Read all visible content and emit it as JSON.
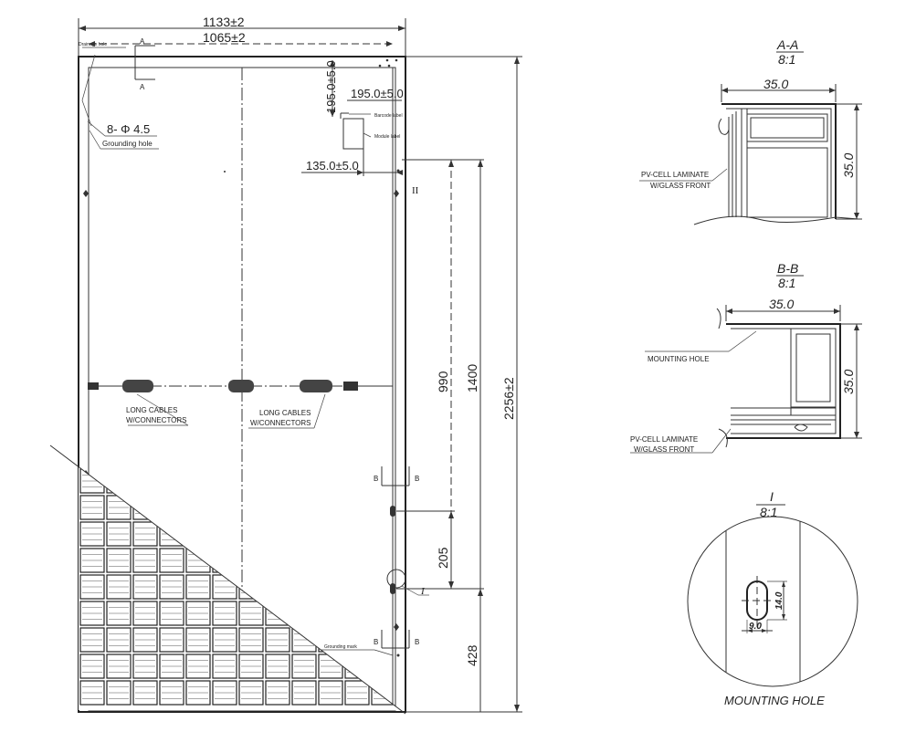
{
  "main_view": {
    "overall_width": "1133±2",
    "frame_width": "1065±2",
    "overall_height": "2256±2",
    "dim_1400": "1400",
    "dim_990": "990",
    "dim_205": "205",
    "dim_428": "428",
    "dim_195_vertical": "195.0±5.0",
    "dim_195_horizontal": "195.0±5.0",
    "dim_135": "135.0±5.0",
    "drainage_hole": "Drainage hole",
    "mounting_holes": "8- Φ 4.5",
    "grounding_hole": "Grounding hole",
    "grounding_mark": "Grounding mark",
    "barcode_label": "Barcode label",
    "module_label": "Module label",
    "section_a": "A",
    "section_b": "B",
    "detail_mark_top": "II",
    "detail_mark_i": "I",
    "long_cables_1": "LONG CABLES",
    "connectors_1": "W/CONNECTORS",
    "long_cables_2": "LONG CABLES",
    "connectors_2": "W/CONNECTORS"
  },
  "section_aa": {
    "title": "A-A",
    "scale": "8:1",
    "width": "35.0",
    "height": "35.0",
    "laminate_1": "PV-CELL LAMINATE",
    "laminate_2": "W/GLASS FRONT"
  },
  "section_bb": {
    "title": "B-B",
    "scale": "8:1",
    "width": "35.0",
    "height": "35.0",
    "mounting_hole": "MOUNTING HOLE",
    "laminate_1": "PV-CELL LAMINATE",
    "laminate_2": "W/GLASS FRONT"
  },
  "detail_i": {
    "title": "I",
    "scale": "8:1",
    "slot_height": "14.0",
    "slot_width": "9.0",
    "caption": "MOUNTING HOLE"
  },
  "colors": {
    "line": "#333333",
    "background": "#ffffff"
  }
}
